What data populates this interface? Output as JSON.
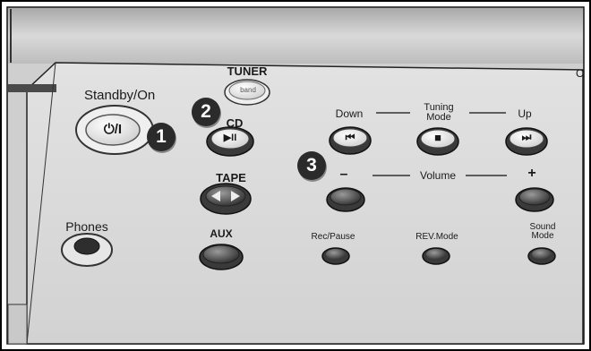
{
  "panel": {
    "standby_label": "Standby/On",
    "standby_glyph": "⏻/I",
    "tuner_label": "TUNER",
    "tuner_band_label": "band",
    "cd_label": "CD",
    "cd_glyph": "▶II",
    "tape_label": "TAPE",
    "phones_label": "Phones",
    "aux_label": "AUX",
    "tuning_down_label": "Down",
    "tuning_mode_label_line1": "Tuning",
    "tuning_mode_label_line2": "Mode",
    "tuning_up_label": "Up",
    "tuning_down_glyph": "⏮",
    "tuning_mode_glyph": "■",
    "tuning_up_glyph": "⏭",
    "volume_minus_label": "–",
    "volume_label": "Volume",
    "volume_plus_label": "+",
    "rec_pause_label": "Rec/Pause",
    "rev_mode_label": "REV.Mode",
    "sound_mode_label_line1": "Sound",
    "sound_mode_label_line2": "Mode",
    "edge_label": "C"
  },
  "callouts": [
    "1",
    "2",
    "3"
  ],
  "colors": {
    "panel": "#dcdcdc",
    "top_band": "#c4c4c4",
    "button_dark": "#3a3a3a",
    "button_light": "#ffffff",
    "callout": "#2b2b2b"
  }
}
